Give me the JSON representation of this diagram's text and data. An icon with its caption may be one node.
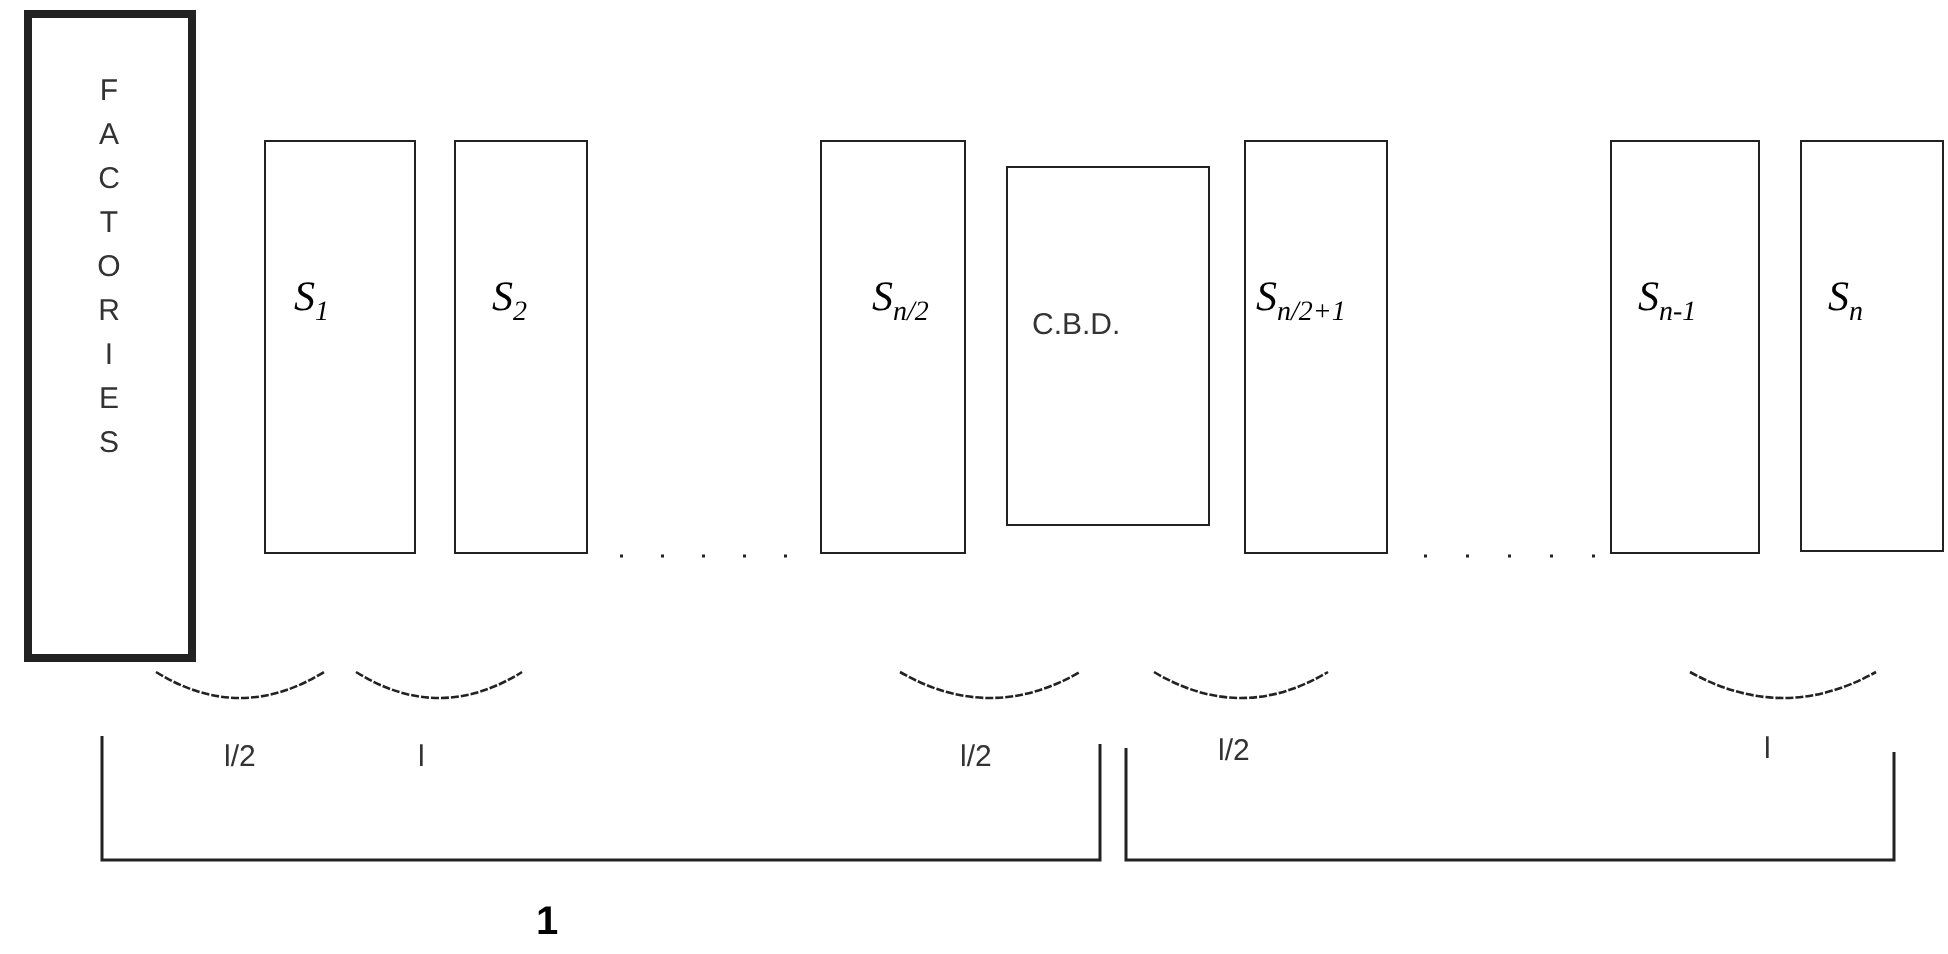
{
  "diagram": {
    "nodes": [
      {
        "text": [
          "FACTORIES"
        ]
      },
      {
        "text": [
          "S$_{1}$"
        ]
      },
      {
        "text": [
          "S$_{2}$"
        ]
      },
      {
        "text": [
          "S$_{n/2}$"
        ]
      },
      {
        "text": [
          "C.B.D."
        ]
      },
      {
        "text": [
          "S$_{n/2+1}$"
        ]
      },
      {
        "text": [
          "S$_{n-1}$"
        ]
      },
      {
        "text": [
          "S$_{n}$"
        ]
      }
    ],
    "labels": [
      "l/2",
      "l",
      "l/2",
      "l/2",
      "l",
      "1"
    ]
  }
}
